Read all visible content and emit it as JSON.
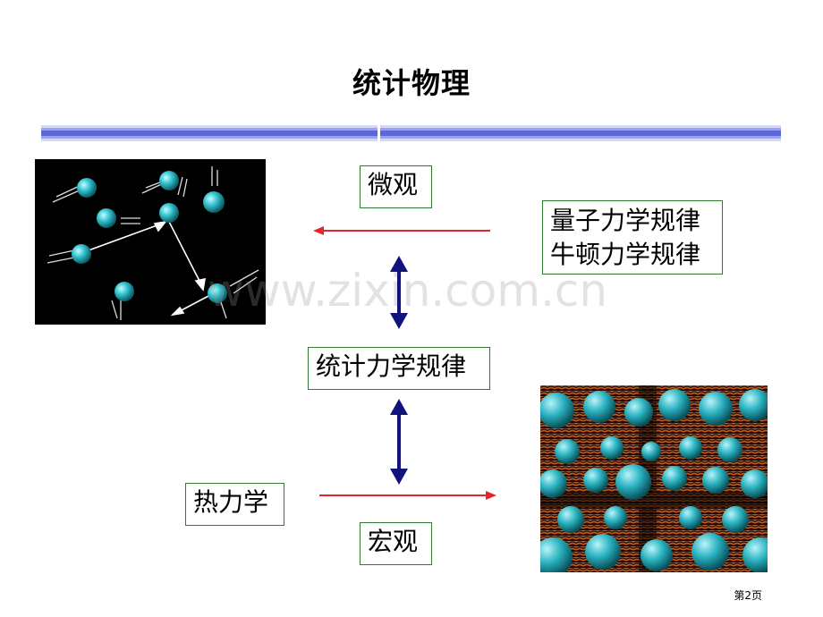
{
  "slide": {
    "title": "统计物理",
    "boxes": {
      "micro": "微观",
      "qm_line1": "量子力学规律",
      "qm_line2": "牛顿力学规律",
      "stat": "统计力学规律",
      "thermo": "热力学",
      "macro": "宏观"
    },
    "watermark": "www.zixin.com.cn",
    "page_number": "第2页"
  },
  "colors": {
    "rule_blue": "#5d67dd",
    "box_border": "#2f7a2f",
    "arrow_red": "#e3262b",
    "arrow_navy": "#13137f",
    "particle_cyan": "#36c7d4",
    "spring_orange": "#e06b1f"
  }
}
